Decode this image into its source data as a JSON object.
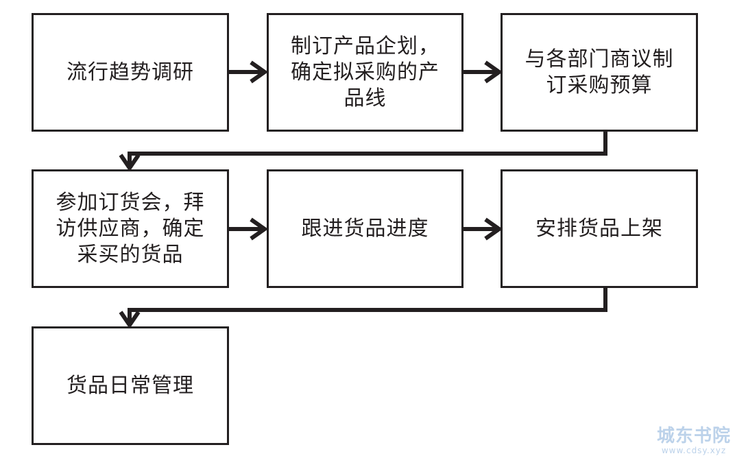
{
  "steps": [
    {
      "id": "n1",
      "label": "流行趋势调研"
    },
    {
      "id": "n2",
      "label": "制订产品企划，确定拟采购的产品线"
    },
    {
      "id": "n3",
      "label": "与各部门商议制订采购预算"
    },
    {
      "id": "n4",
      "label": "参加订货会，拜访供应商，确定采买的货品"
    },
    {
      "id": "n5",
      "label": "跟进货品进度"
    },
    {
      "id": "n6",
      "label": "安排货品上架"
    },
    {
      "id": "n7",
      "label": "货品日常管理"
    }
  ],
  "edges": [
    {
      "from": "n1",
      "to": "n2"
    },
    {
      "from": "n2",
      "to": "n3"
    },
    {
      "from": "n3",
      "to": "n4"
    },
    {
      "from": "n4",
      "to": "n5"
    },
    {
      "from": "n5",
      "to": "n6"
    },
    {
      "from": "n6",
      "to": "n7"
    }
  ],
  "colors": {
    "stroke": "#231f20",
    "watermark": "#bcd2ea"
  },
  "watermark": {
    "title": "城东书院",
    "url": "www.cdsy.xyz"
  }
}
